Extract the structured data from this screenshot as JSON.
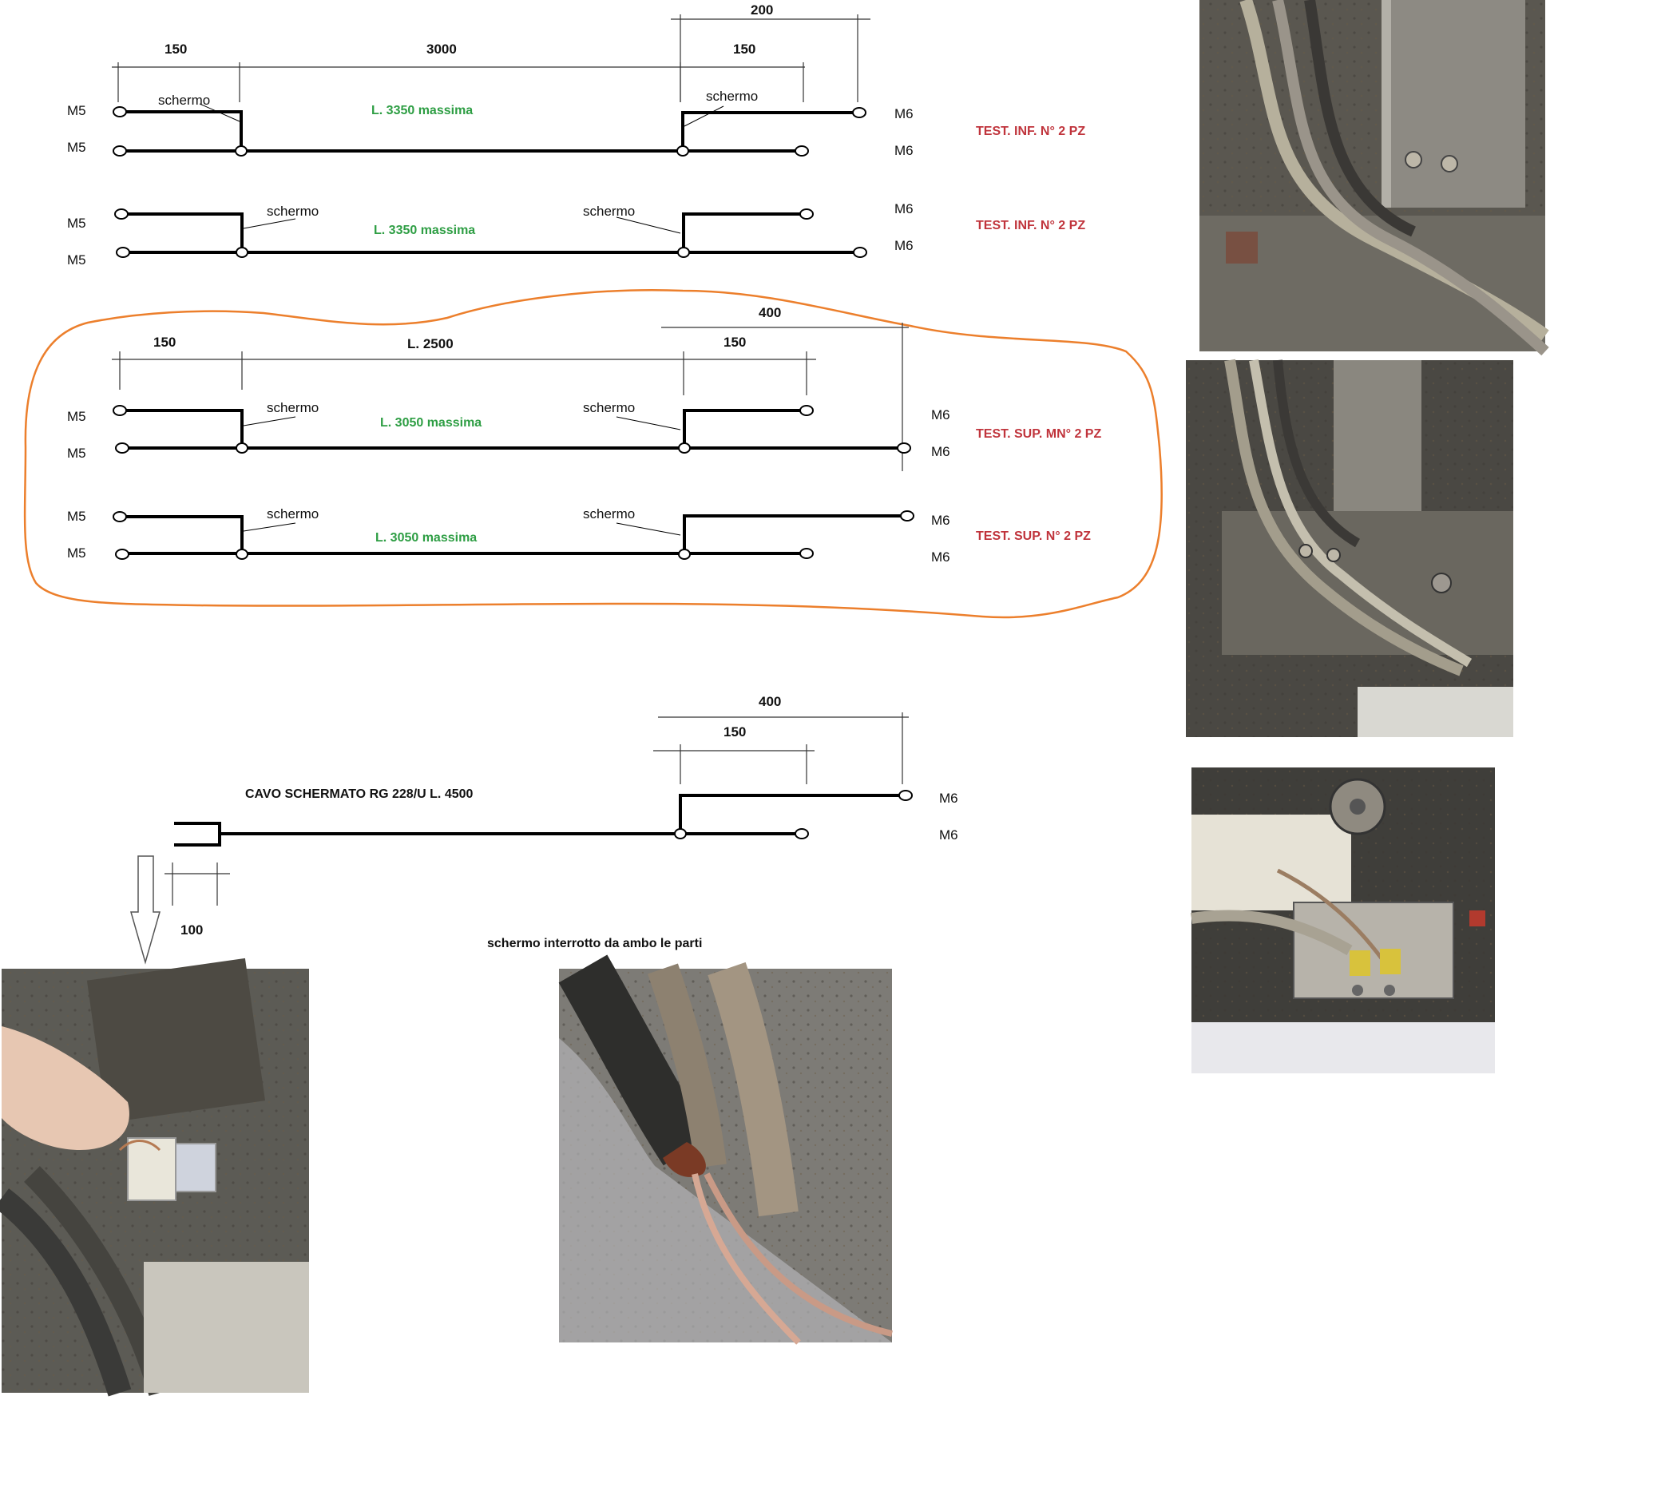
{
  "colors": {
    "wire": "#000000",
    "dim_line": "#333333",
    "length_green": "#2e9e44",
    "test_red": "#c0343c",
    "highlight_orange": "#ec7f2c"
  },
  "rows": [
    {
      "length": "L. 3350 massima",
      "test": "TEST. INF. N° 2 PZ",
      "left_top": "M5",
      "left_bottom": "M5",
      "right_top": "M6",
      "right_bottom": "M6",
      "shield_left": "schermo",
      "shield_right": "schermo"
    },
    {
      "length": "L. 3350 massima",
      "test": "TEST. INF. N° 2 PZ",
      "left_top": "M5",
      "left_bottom": "M5",
      "right_top": "M6",
      "right_bottom": "M6",
      "shield_left": "schermo",
      "shield_right": "schermo"
    },
    {
      "length": "L. 3050 massima",
      "test": "TEST. SUP.  MN° 2 PZ",
      "left_top": "M5",
      "left_bottom": "M5",
      "right_top": "M6",
      "right_bottom": "M6",
      "shield_left": "schermo",
      "shield_right": "schermo"
    },
    {
      "length": "L. 3050 massima",
      "test": "TEST. SUP. N° 2 PZ",
      "left_top": "M5",
      "left_bottom": "M5",
      "right_top": "M6",
      "right_bottom": "M6",
      "shield_left": "schermo",
      "shield_right": "schermo"
    }
  ],
  "dims_top": {
    "d1": "150",
    "d2": "3000",
    "d3": "150",
    "d4": "200"
  },
  "dims_mid": {
    "d1": "150",
    "d2": "L. 2500",
    "d3": "150",
    "d4": "400"
  },
  "dims_bottom": {
    "d1": "400",
    "d2": "150",
    "d3": "100"
  },
  "cable": {
    "label": "CAVO SCHERMATO RG 228/U L. 4500",
    "right_top": "M6",
    "right_bottom": "M6"
  },
  "photo_caption": "schermo interrotto da ambo le parti",
  "photos": [
    {
      "name": "photo-cable-bundle-top",
      "subject": "cable bundle on steel housing"
    },
    {
      "name": "photo-cable-bundle-mid",
      "subject": "cables entering block"
    },
    {
      "name": "photo-terminal-block",
      "subject": "yellow terminals on block"
    },
    {
      "name": "photo-connector-hand",
      "subject": "white connector in hand"
    },
    {
      "name": "photo-shield-break",
      "subject": "broken cable shield"
    }
  ]
}
